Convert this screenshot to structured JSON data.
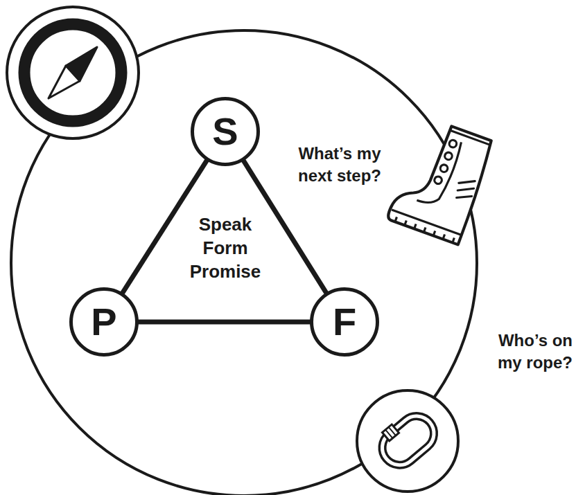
{
  "diagram": {
    "nodes": [
      {
        "text": [
          "S"
        ]
      },
      {
        "text": [
          "P"
        ]
      },
      {
        "text": [
          "F"
        ]
      }
    ],
    "edges": [
      {
        "from": 0,
        "to": 1,
        "arrow": "none"
      },
      {
        "from": 1,
        "to": 2,
        "arrow": "none"
      },
      {
        "from": 2,
        "to": 0,
        "arrow": "none"
      }
    ],
    "labels": [
      "What’s my next step?",
      "Speak Form Promise",
      "Who’s on my rope?"
    ]
  }
}
